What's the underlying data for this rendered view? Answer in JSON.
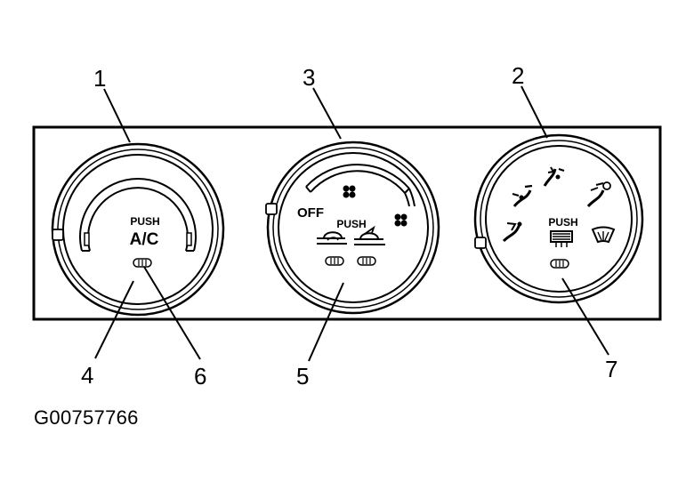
{
  "figure_id": "G00757766",
  "callouts": [
    "1",
    "2",
    "3",
    "4",
    "5",
    "6",
    "7"
  ],
  "knobs": {
    "left": {
      "push": "PUSH",
      "ac": "A/C"
    },
    "middle": {
      "off": "OFF",
      "push": "PUSH"
    },
    "right": {
      "push": "PUSH"
    }
  },
  "icons": {
    "left": [
      "indicator-light-icon"
    ],
    "middle": [
      "fan-low-icon",
      "fan-high-icon",
      "recirculation-icon",
      "fresh-air-icon",
      "indicator-light-icon"
    ],
    "right": [
      "vent-mode-icon",
      "bi-level-mode-icon",
      "floor-mode-icon",
      "floor-defrost-mode-icon",
      "rear-defrost-icon",
      "windshield-defrost-icon",
      "indicator-light-icon"
    ]
  },
  "colors": {
    "line": "#000000",
    "background": "#ffffff"
  }
}
